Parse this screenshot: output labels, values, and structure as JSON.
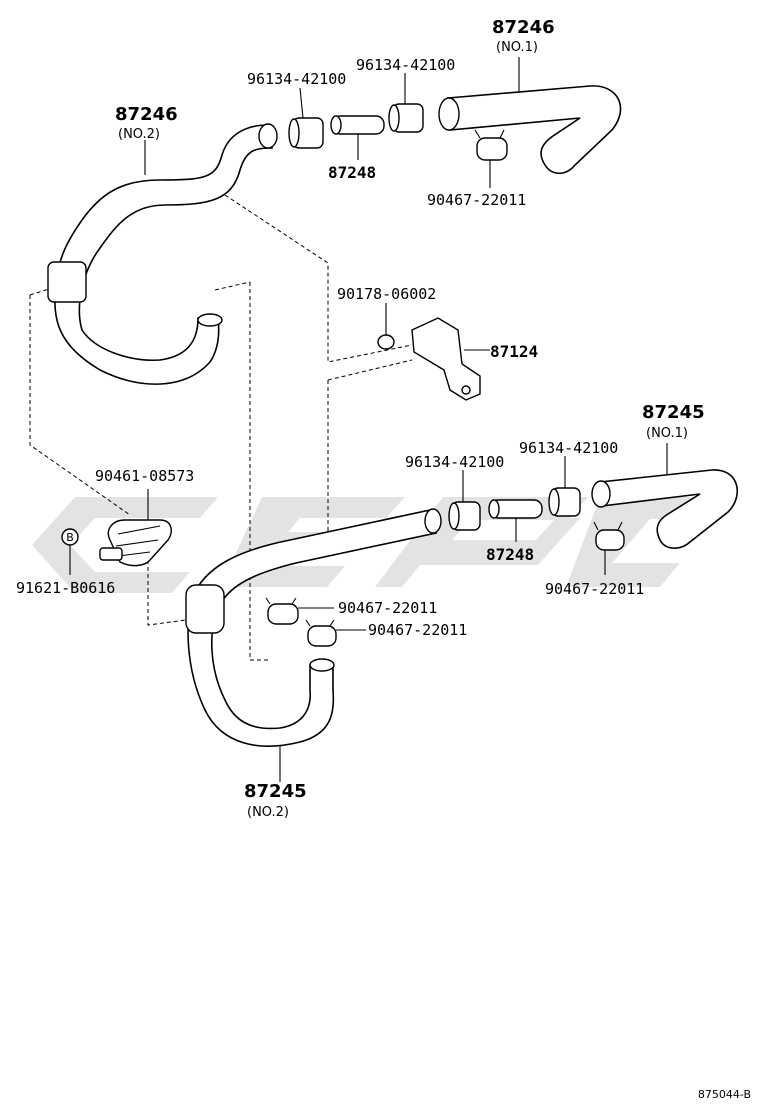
{
  "labels": {
    "hose_87246_no2": "87246",
    "hose_87246_no2_sub": "(NO.2)",
    "hose_87246_no1": "87246",
    "hose_87246_no1_sub": "(NO.1)",
    "clamp_96134_a": "96134-42100",
    "clamp_96134_b": "96134-42100",
    "pipe_87248_top": "87248",
    "clip_90467_top": "90467-22011",
    "grommet_90178": "90178-06002",
    "bracket_87124": "87124",
    "hose_87245_no1": "87245",
    "hose_87245_no1_sub": "(NO.1)",
    "clamp_96134_c": "96134-42100",
    "clamp_96134_d": "96134-42100",
    "pipe_87248_bottom": "87248",
    "clip_90467_right": "90467-22011",
    "clamp_90461": "90461-08573",
    "bolt_marker": "B",
    "bolt_91621": "91621-B0616",
    "clip_90467_mid1": "90467-22011",
    "clip_90467_mid2": "90467-22011",
    "hose_87245_no2": "87245",
    "hose_87245_no2_sub": "(NO.2)",
    "diagram_code": "875044-B"
  },
  "colors": {
    "line": "#000000",
    "watermark": "#d9d9d9",
    "background": "#ffffff"
  }
}
